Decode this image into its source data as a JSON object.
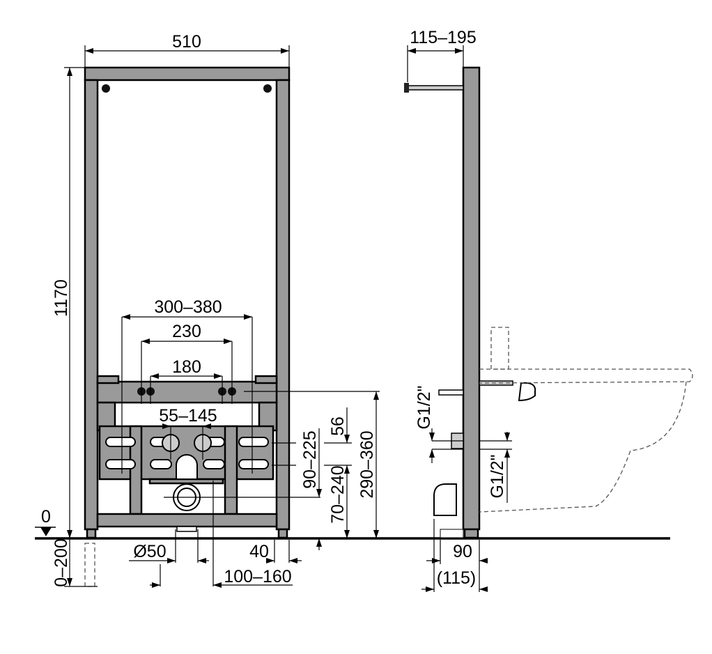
{
  "drawing": {
    "front_view": {
      "width": "510",
      "height": "1170",
      "zero_level": "0",
      "foot_adjust": "0–200",
      "bracket_spacing": "300–380",
      "hole_spacing_outer": "230",
      "hole_spacing_inner": "180",
      "water_inlet_spacing": "55–145",
      "inlet_offset": "56",
      "inlet_height": "90–225",
      "drain_height": "70–240",
      "bracket_height": "290–360",
      "drain_diameter": "Ø50",
      "post_width": "40",
      "drain_offset": "100–160"
    },
    "side_view": {
      "arm_depth": "115–195",
      "upper_thread": "G1/2\"",
      "lower_thread": "G1/2\"",
      "frame_depth": "90",
      "total_depth": "(115)"
    },
    "colors": {
      "frame": "#9a9a9a",
      "line": "#000000"
    }
  }
}
